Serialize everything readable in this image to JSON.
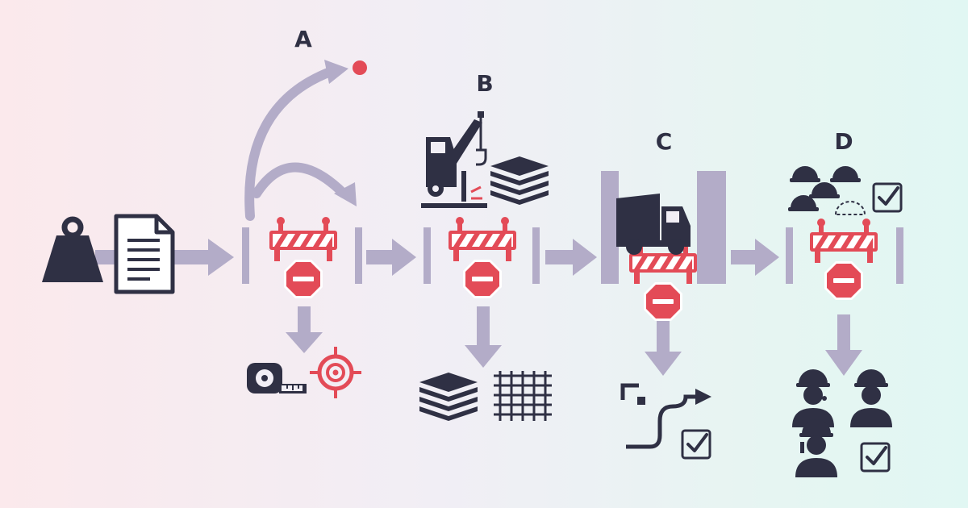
{
  "stages": [
    {
      "id": "a",
      "label": "A"
    },
    {
      "id": "b",
      "label": "B"
    },
    {
      "id": "c",
      "label": "C"
    },
    {
      "id": "d",
      "label": "D"
    }
  ],
  "colors": {
    "arrow": "#b3acc8",
    "ink": "#2f3044",
    "alert": "#e34b57",
    "barrier_stripe": "#ffffff",
    "background_left": "#fbe9ec",
    "background_right": "#e1f7f3"
  },
  "icons": {
    "start": [
      "weight-icon",
      "document-icon"
    ],
    "a_outputs": [
      "tape-measure-icon",
      "target-icon"
    ],
    "b_header": [
      "crane-icon",
      "layers-icon"
    ],
    "b_outputs": [
      "layers-icon",
      "mesh-grid-icon"
    ],
    "c_header": [
      "dump-truck-icon"
    ],
    "c_outputs": [
      "frame-corner-icon",
      "curved-arrow-icon",
      "checkbox-icon"
    ],
    "d_header": [
      "hard-hats-icon",
      "checkbox-icon"
    ],
    "d_outputs": [
      "workers-icon",
      "checkbox-icon"
    ],
    "gates": [
      "barrier-icon",
      "stop-sign-icon"
    ]
  }
}
